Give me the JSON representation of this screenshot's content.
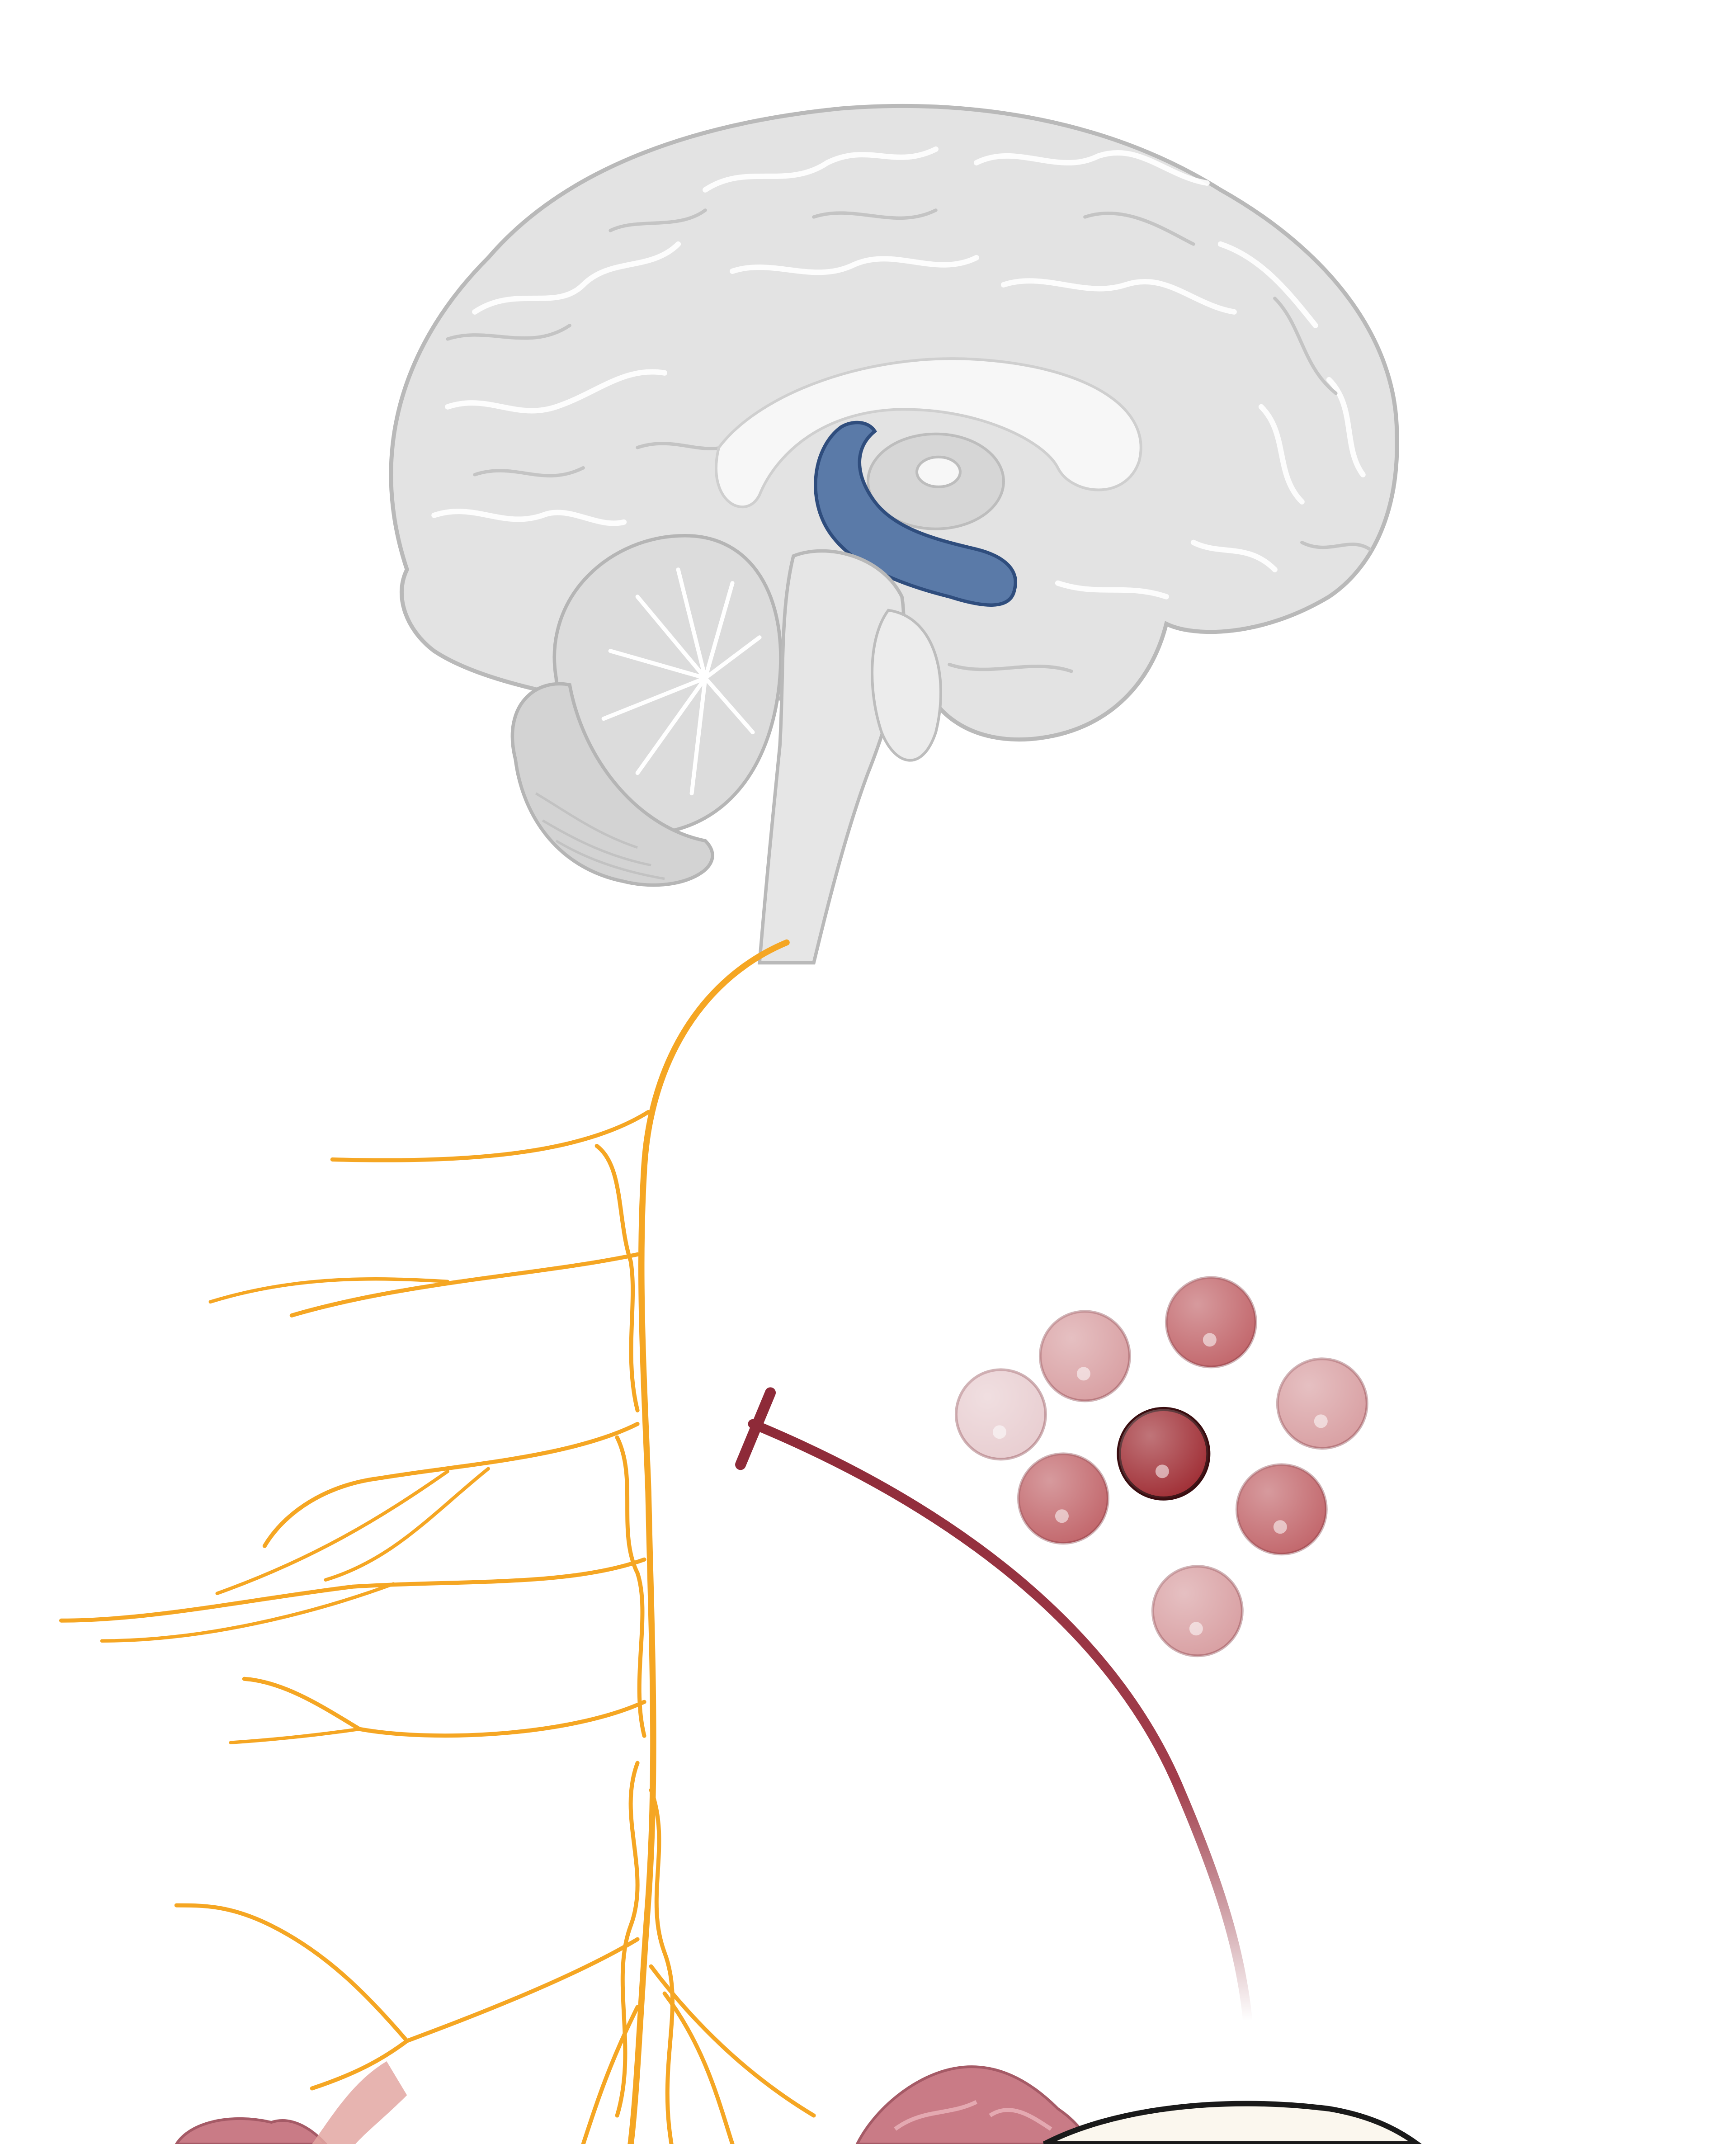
{
  "figure": {
    "colors": {
      "background": "#ffffff",
      "brain_fill": "#e3e3e3",
      "brain_shade": "#cfcfcf",
      "brain_highlight": "#f7f7f7",
      "brain_outline": "#b9b9b9",
      "hippocampus": "#5a7aa8",
      "hippocampus_outline": "#2f4d7d",
      "nerve": "#f5a623",
      "inhibition_arrow": "#8e2a38",
      "cell_darkest": "#9e2a31",
      "cell_dark": "#c16469",
      "cell_medium": "#d89ea1",
      "cell_light": "#e8cdd0",
      "organ_pink": "#c97b86",
      "muscle": "#e3a7a2"
    },
    "elements": [
      {
        "name": "brain",
        "description_icon": "brain-sagittal-icon"
      },
      {
        "name": "hippocampus",
        "description_icon": "hippocampus-icon"
      },
      {
        "name": "spinal-nerve-chain",
        "description_icon": "nerve-icon"
      },
      {
        "name": "inhibition-arrow",
        "description_icon": "inhibit-arrow-icon"
      },
      {
        "name": "cell-cluster",
        "description_icon": "cell-cluster-icon"
      }
    ],
    "cells": [
      {
        "shade": "cell_dark"
      },
      {
        "shade": "cell_medium"
      },
      {
        "shade": "cell_light"
      },
      {
        "shade": "cell_medium"
      },
      {
        "shade": "cell_darkest"
      },
      {
        "shade": "cell_dark"
      },
      {
        "shade": "cell_dark"
      },
      {
        "shade": "cell_medium"
      }
    ]
  }
}
